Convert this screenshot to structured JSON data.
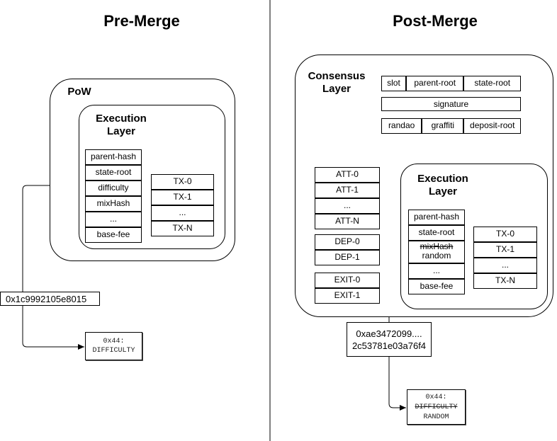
{
  "pre": {
    "title": "Pre-Merge",
    "pow_label": "PoW",
    "exec_line1": "Execution",
    "exec_line2": "Layer",
    "header": [
      "parent-hash",
      "state-root",
      "difficulty",
      "mixHash",
      "...",
      "base-fee"
    ],
    "txs": [
      "TX-0",
      "TX-1",
      "...",
      "TX-N"
    ],
    "value": "0x1c9992105e8015",
    "opcode_line1": "0x44:",
    "opcode_line2": "DIFFICULTY"
  },
  "post": {
    "title": "Post-Merge",
    "consensus_line1": "Consensus",
    "consensus_line2": "Layer",
    "row1": [
      "slot",
      "parent-root",
      "state-root"
    ],
    "signature": "signature",
    "row3": [
      "randao",
      "graffiti",
      "deposit-root"
    ],
    "att": [
      "ATT-0",
      "ATT-1",
      "...",
      "ATT-N"
    ],
    "dep": [
      "DEP-0",
      "DEP-1"
    ],
    "exit": [
      "EXIT-0",
      "EXIT-1"
    ],
    "exec_line1": "Execution",
    "exec_line2": "Layer",
    "header_a": [
      "parent-hash",
      "state-root"
    ],
    "mix_strike": "mixHash",
    "mix_new": "random",
    "header_b": [
      "...",
      "base-fee"
    ],
    "txs": [
      "TX-0",
      "TX-1",
      "...",
      "TX-N"
    ],
    "value_line1": "0xae3472099....",
    "value_line2": "2c53781e03a76f4",
    "opcode_line1": "0x44:",
    "opcode_strike": "DIFFICULTY",
    "opcode_new": "RANDOM"
  }
}
